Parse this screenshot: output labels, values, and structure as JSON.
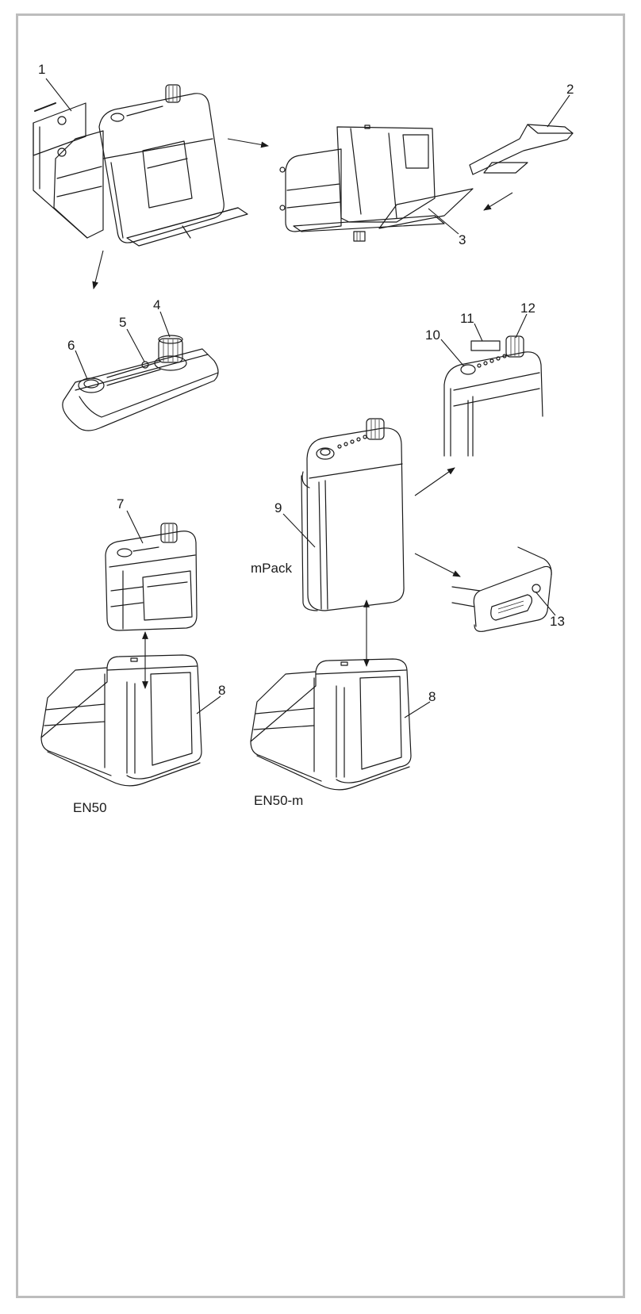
{
  "callouts": {
    "n1": "1",
    "n2": "2",
    "n3": "3",
    "n4": "4",
    "n5": "5",
    "n6": "6",
    "n7": "7",
    "n8a": "8",
    "n8b": "8",
    "n9": "9",
    "n10": "10",
    "n11": "11",
    "n12": "12",
    "n13": "13"
  },
  "captions": {
    "mpack": "mPack",
    "en50": "EN50",
    "en50m": "EN50-m"
  },
  "colors": {
    "frame": "#bdbdbd",
    "ink": "#1a1a1a"
  }
}
